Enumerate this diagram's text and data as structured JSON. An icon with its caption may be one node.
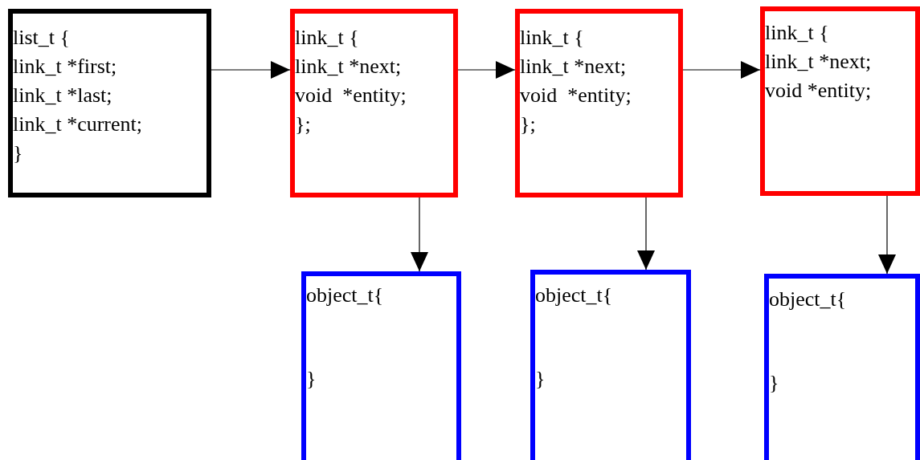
{
  "diagram": {
    "nodes": [
      {
        "text": [
          "list_t {",
          "link_t *first;",
          "link_t *last;",
          "link_t *current;",
          "}"
        ]
      },
      {
        "text": [
          "link_t {",
          "link_t *next;",
          "void  *entity;",
          "};"
        ]
      },
      {
        "text": [
          "link_t {",
          "link_t *next;",
          "void  *entity;",
          "};"
        ]
      },
      {
        "text": [
          "link_t {",
          "link_t *next;",
          "void *entity;"
        ]
      },
      {
        "text": [
          "object_t{",
          "}"
        ]
      },
      {
        "text": [
          "object_t{",
          "}"
        ]
      },
      {
        "text": [
          "object_t{",
          "}"
        ]
      }
    ],
    "edges": [
      {
        "from": 0,
        "to": 1,
        "arrow": "to"
      },
      {
        "from": 1,
        "to": 2,
        "arrow": "to"
      },
      {
        "from": 2,
        "to": 3,
        "arrow": "to"
      },
      {
        "from": 1,
        "to": 4,
        "arrow": "to"
      },
      {
        "from": 2,
        "to": 5,
        "arrow": "to"
      },
      {
        "from": 3,
        "to": 6,
        "arrow": "to"
      }
    ]
  }
}
